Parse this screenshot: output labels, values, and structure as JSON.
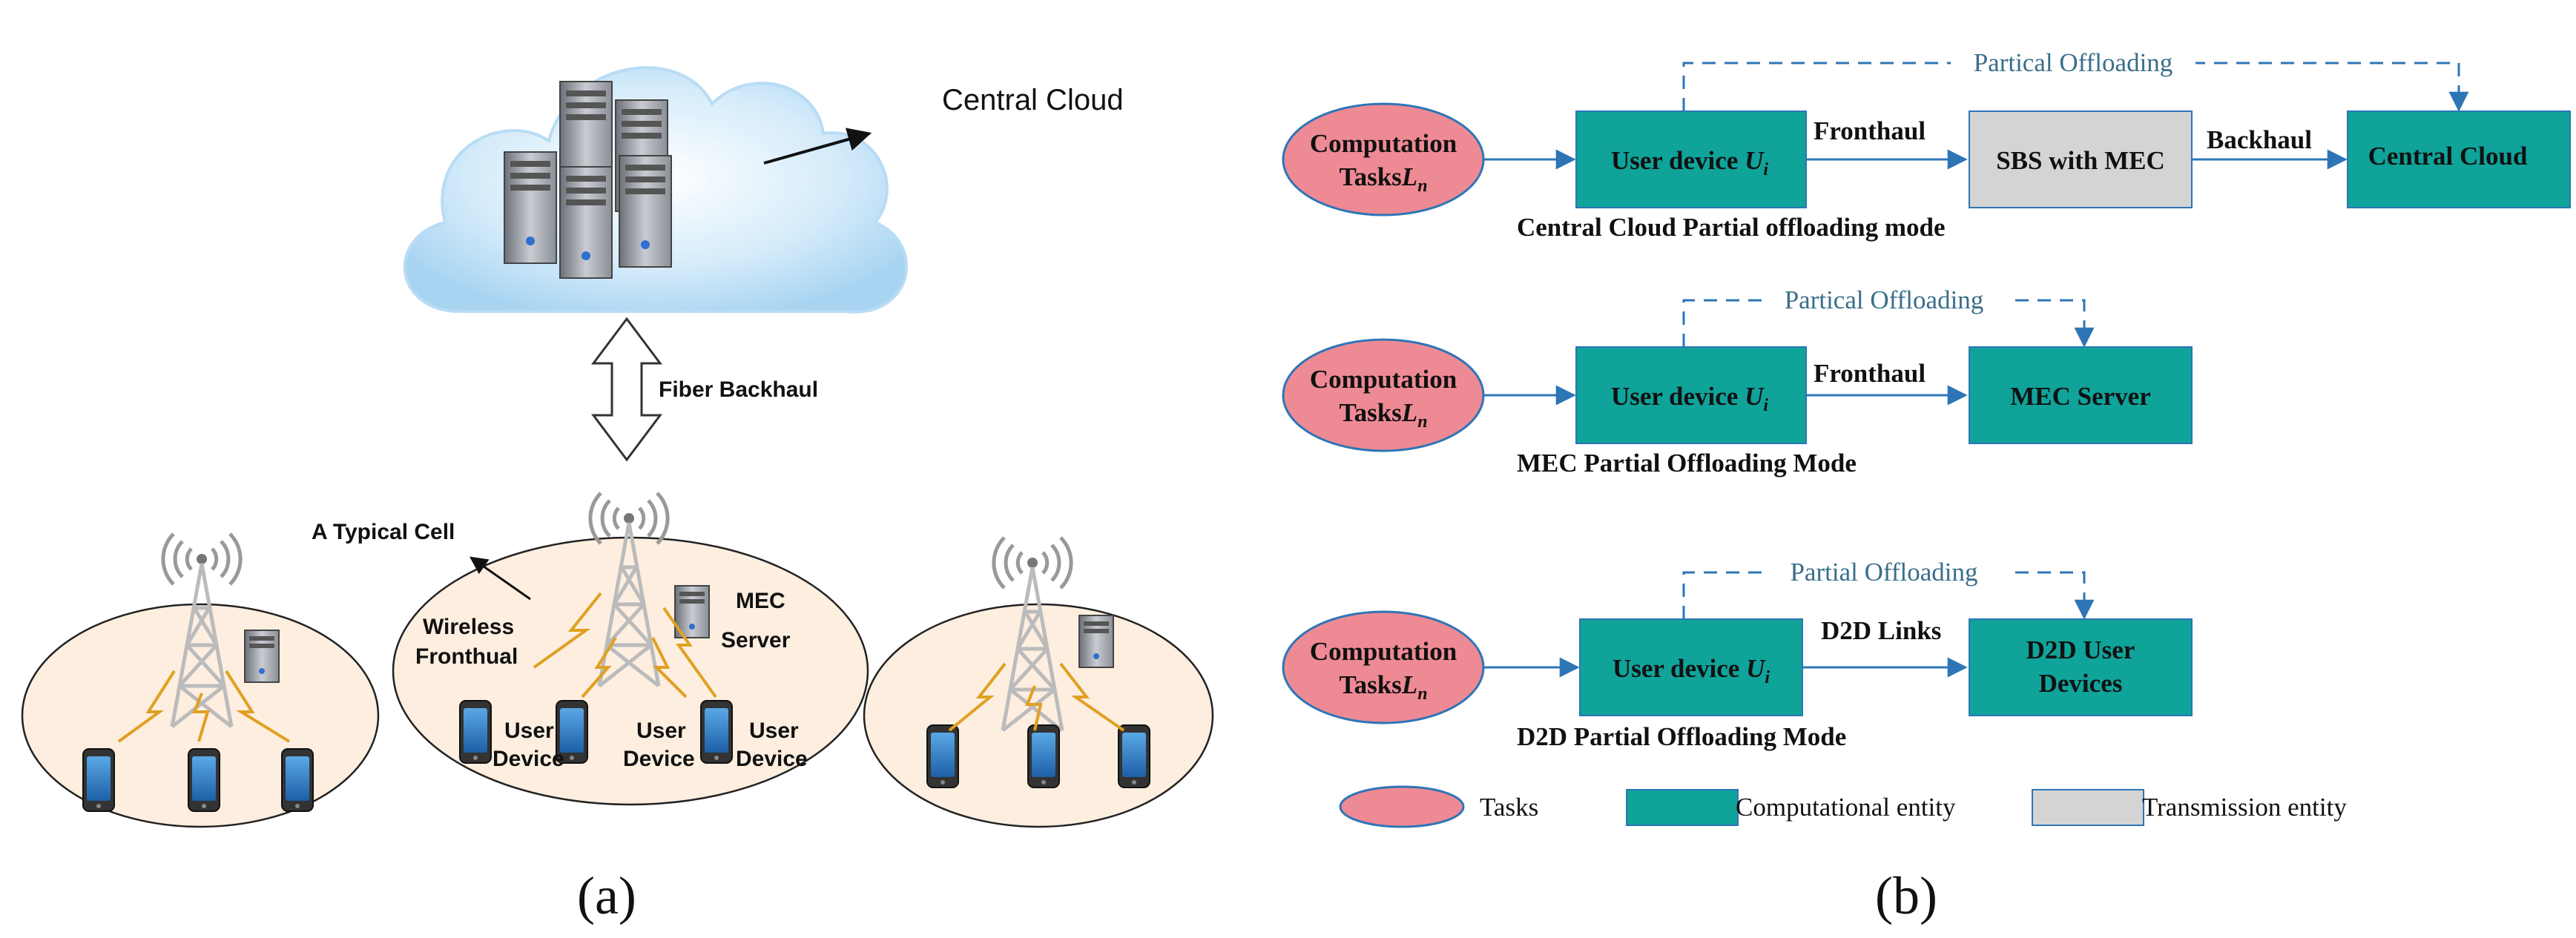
{
  "panel_a": {
    "caption": "(a)",
    "central_cloud_label": "Central Cloud",
    "fiber_backhaul_label": "Fiber Backhaul",
    "typical_cell_label": "A Typical Cell",
    "wireless_label_1": "Wireless",
    "wireless_label_2": "Fronthual",
    "mec_label_1": "MEC",
    "mec_label_2": "Server",
    "user_label_1": "User",
    "user_label_2": "Device"
  },
  "panel_b": {
    "caption": "(b)",
    "row1": {
      "task_line1": "Computation",
      "task_line2": "Tasks",
      "task_var": "L",
      "task_sub": "n",
      "device_text": "User device",
      "device_var": "U",
      "device_sub": "i",
      "link1": "Fronthaul",
      "mid_box": "SBS with MEC",
      "link2": "Backhaul",
      "end_box": "Central Cloud",
      "offload": "Partical Offloading",
      "mode": "Central Cloud Partial offloading mode"
    },
    "row2": {
      "task_line1": "Computation",
      "task_line2": "Tasks",
      "task_var": "L",
      "task_sub": "n",
      "device_text": "User device",
      "device_var": "U",
      "device_sub": "i",
      "link1": "Fronthaul",
      "end_box": "MEC Server",
      "offload": "Partical Offloading",
      "mode": "MEC Partial Offloading Mode"
    },
    "row3": {
      "task_line1": "Computation",
      "task_line2": "Tasks",
      "task_var": "L",
      "task_sub": "n",
      "device_text": "User device",
      "device_var": "U",
      "device_sub": "i",
      "link1": "D2D Links",
      "end_box_1": "D2D User",
      "end_box_2": "Devices",
      "offload": "Partial Offloading",
      "mode": "D2D Partial Offloading Mode"
    },
    "legend": {
      "tasks": "Tasks",
      "computational": "Computational entity",
      "transmission": "Transmission entity"
    }
  },
  "colors": {
    "task_fill": "#ee8a94",
    "computational_fill": "#0fa39a",
    "transmission_fill": "#d4d4d4",
    "flow_line": "#2e75b6",
    "offload_text": "#3a6e8a",
    "cell_fill": "#fdeee0"
  }
}
